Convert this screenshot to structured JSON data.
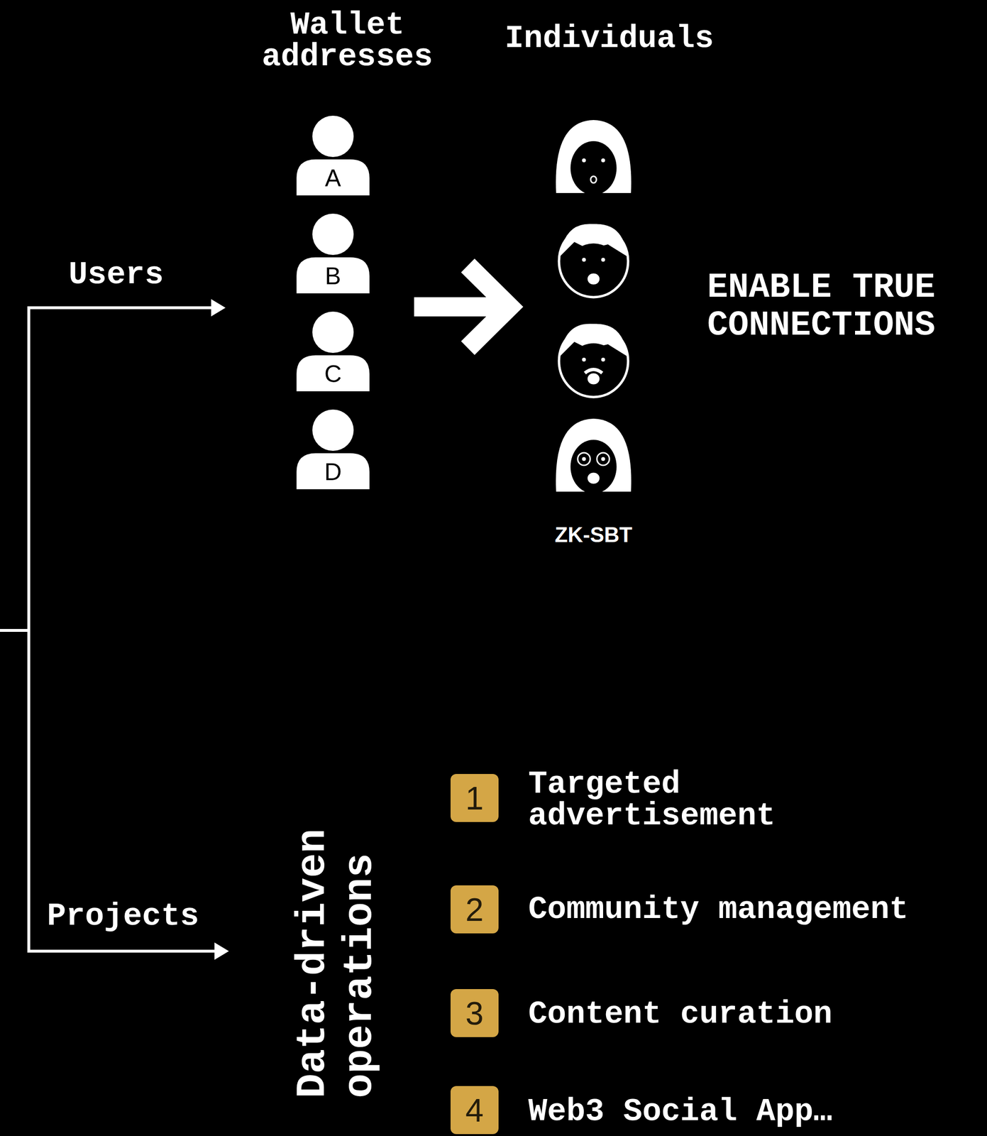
{
  "diagram": {
    "nodes": [
      {
        "text": [
          "A"
        ]
      },
      {
        "text": [
          "B"
        ]
      },
      {
        "text": [
          "C"
        ]
      },
      {
        "text": [
          "D"
        ]
      },
      {
        "text": [
          "1"
        ]
      },
      {
        "text": [
          "2"
        ]
      },
      {
        "text": [
          "3"
        ]
      },
      {
        "text": [
          "4"
        ]
      }
    ],
    "labels": [
      "Wallet addresses",
      "Individuals",
      "Users",
      "ENABLE TRUE CONNECTIONS",
      "ZK-SBT",
      "Projects",
      "Data-driven operations",
      "Targeted advertisement",
      "Community management",
      "Content curation",
      "Web3 Social App…"
    ]
  }
}
